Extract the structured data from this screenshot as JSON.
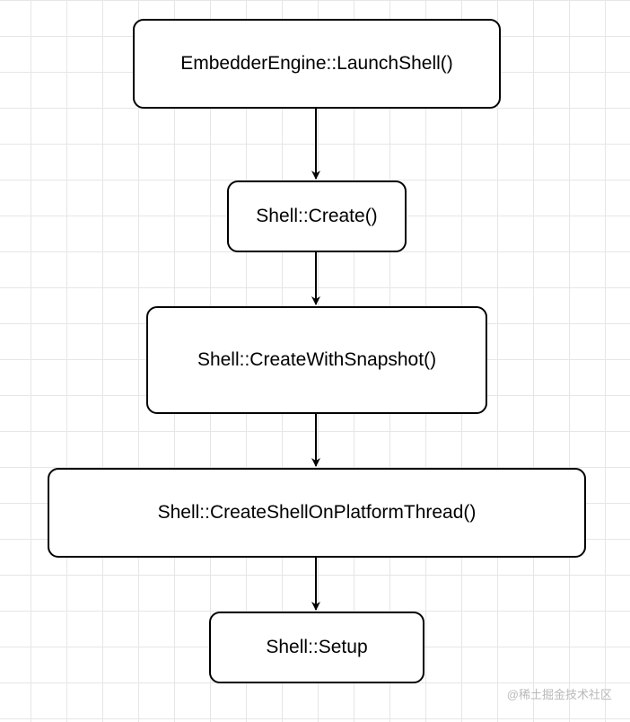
{
  "nodes": [
    {
      "id": "launch-shell",
      "label": "EmbedderEngine::LaunchShell()"
    },
    {
      "id": "shell-create",
      "label": "Shell::Create()"
    },
    {
      "id": "create-with-snapshot",
      "label": "Shell::CreateWithSnapshot()"
    },
    {
      "id": "create-shell-on-platform-thread",
      "label": "Shell::CreateShellOnPlatformThread()"
    },
    {
      "id": "shell-setup",
      "label": "Shell::Setup"
    }
  ],
  "edges": [
    {
      "from": "launch-shell",
      "to": "shell-create"
    },
    {
      "from": "shell-create",
      "to": "create-with-snapshot"
    },
    {
      "from": "create-with-snapshot",
      "to": "create-shell-on-platform-thread"
    },
    {
      "from": "create-shell-on-platform-thread",
      "to": "shell-setup"
    }
  ],
  "watermark": "@稀土掘金技术社区",
  "colors": {
    "stroke": "#000000",
    "fill": "#ffffff",
    "grid": "#e6e6e6",
    "watermark": "#b9b9b9"
  }
}
